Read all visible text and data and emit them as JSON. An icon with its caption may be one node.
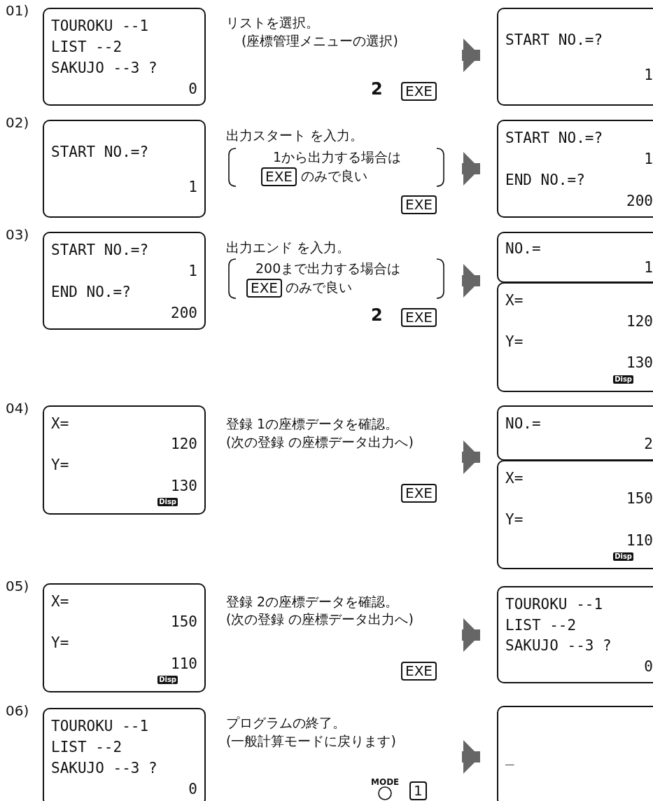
{
  "diagram": {
    "nodes": [
      {
        "text": [
          "TOUROKU --1",
          "LIST --2",
          "SAKUJO --3 ?",
          "0"
        ]
      },
      {
        "text": [
          "START NO.=?",
          "1"
        ]
      },
      {
        "text": [
          "START NO.=?",
          "1"
        ]
      },
      {
        "text": [
          "START NO.=?",
          "1",
          "END NO.=?",
          "200"
        ]
      },
      {
        "text": [
          "START NO.=?",
          "1",
          "END NO.=?",
          "200"
        ]
      },
      {
        "text": [
          "NO.=",
          "1"
        ]
      },
      {
        "text": [
          "X=",
          "120",
          "Y=",
          "130",
          "Disp"
        ]
      },
      {
        "text": [
          "X=",
          "120",
          "Y=",
          "130",
          "Disp"
        ]
      },
      {
        "text": [
          "NO.=",
          "2"
        ]
      },
      {
        "text": [
          "X=",
          "150",
          "Y=",
          "110",
          "Disp"
        ]
      },
      {
        "text": [
          "X=",
          "150",
          "Y=",
          "110",
          "Disp"
        ]
      },
      {
        "text": [
          "TOUROKU --1",
          "LIST --2",
          "SAKUJO --3 ?",
          "0"
        ]
      },
      {
        "text": [
          "TOUROKU --1",
          "LIST --2",
          "SAKUJO --3 ?",
          "0"
        ]
      },
      {
        "text": [
          "_"
        ]
      }
    ],
    "edges": [
      {
        "from": null,
        "to": 1,
        "arrow": "to"
      },
      {
        "from": null,
        "to": 3,
        "arrow": "to"
      },
      {
        "from": null,
        "to": 5,
        "arrow": "to"
      },
      {
        "from": null,
        "to": 8,
        "arrow": "to"
      },
      {
        "from": null,
        "to": 11,
        "arrow": "to"
      },
      {
        "from": null,
        "to": 13,
        "arrow": "to"
      }
    ],
    "labels": [
      "01)",
      "リストを選択。",
      "(座標管理メニューの選択)",
      "2",
      "EXE",
      "02)",
      "出力スタート を入力。",
      "1から出力する場合は",
      "EXE",
      "のみで良い",
      "EXE",
      "03)",
      "出力エンド を入力。",
      "200まで出力する場合は",
      "EXE",
      "のみで良い",
      "2",
      "EXE",
      "04)",
      "登録 1の座標データを確認。",
      "(次の登録 の座標データ出力へ)",
      "EXE",
      "05)",
      "登録 2の座標データを確認。",
      "(次の登録 の座標データ出力へ)",
      "EXE",
      "06)",
      "プログラムの終了。",
      "(一般計算モードに戻ります)",
      "MODE",
      "1"
    ]
  }
}
